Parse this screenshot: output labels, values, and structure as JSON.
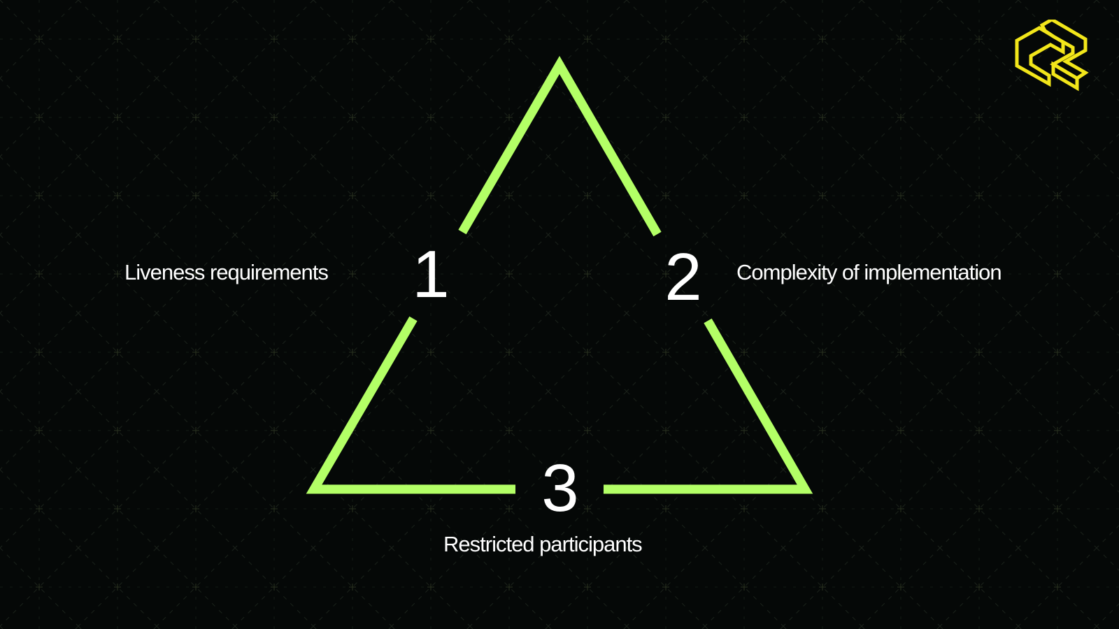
{
  "slide": {
    "background_color": "#050807",
    "accent_color": "#b3ff66",
    "logo_color": "#f2e61a"
  },
  "vertices": [
    {
      "number": "1",
      "label": "Liveness requirements"
    },
    {
      "number": "2",
      "label": "Complexity of implementation"
    },
    {
      "number": "3",
      "label": "Restricted participants"
    }
  ],
  "logo": {
    "icon": "isometric-logo-icon"
  }
}
